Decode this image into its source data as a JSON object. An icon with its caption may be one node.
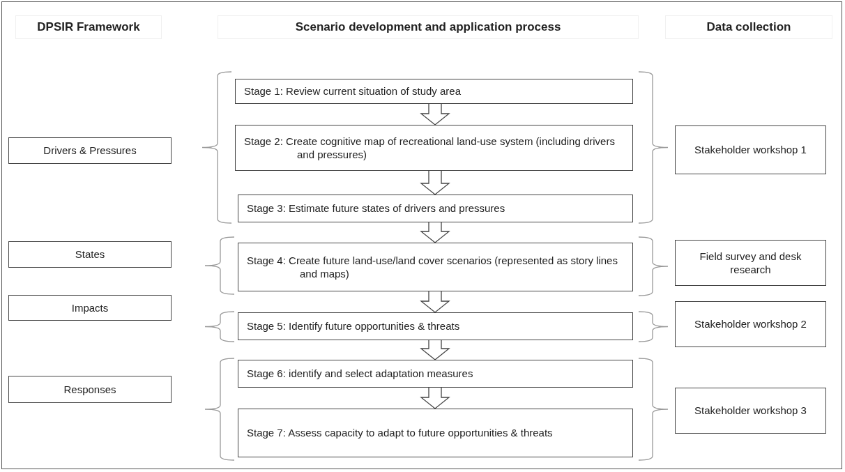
{
  "diagram": {
    "nodes": [
      {
        "text": [
          "Drivers & Pressures"
        ]
      },
      {
        "text": [
          "States"
        ]
      },
      {
        "text": [
          "Impacts"
        ]
      },
      {
        "text": [
          "Responses"
        ]
      },
      {
        "text": [
          "Stage 1: Review current situation of study area"
        ]
      },
      {
        "text": [
          "Stage 2: Create cognitive map of recreational land-use system (including drivers and pressures)"
        ]
      },
      {
        "text": [
          "Stage 3: Estimate future states of drivers and pressures"
        ]
      },
      {
        "text": [
          "Stage 4: Create future land-use/land cover scenarios (represented as story lines and maps)"
        ]
      },
      {
        "text": [
          "Stage 5: Identify future opportunities & threats"
        ]
      },
      {
        "text": [
          "Stage 6: identify and select adaptation measures"
        ]
      },
      {
        "text": [
          "Stage 7: Assess capacity to adapt to future opportunities & threats"
        ]
      },
      {
        "text": [
          "Stakeholder workshop 1"
        ]
      },
      {
        "text": [
          "Field survey and desk research"
        ]
      },
      {
        "text": [
          "Stakeholder workshop 2"
        ]
      },
      {
        "text": [
          "Stakeholder workshop 3"
        ]
      }
    ],
    "edges": [
      {
        "from": 4,
        "to": 5,
        "arrow": "to"
      },
      {
        "from": 5,
        "to": 6,
        "arrow": "to"
      },
      {
        "from": 6,
        "to": 7,
        "arrow": "to"
      },
      {
        "from": 7,
        "to": 8,
        "arrow": "to"
      },
      {
        "from": 8,
        "to": 9,
        "arrow": "to"
      },
      {
        "from": 9,
        "to": 10,
        "arrow": "to"
      }
    ],
    "labels": [
      "DPSIR Framework",
      "Scenario development and application process",
      "Data collection"
    ]
  }
}
